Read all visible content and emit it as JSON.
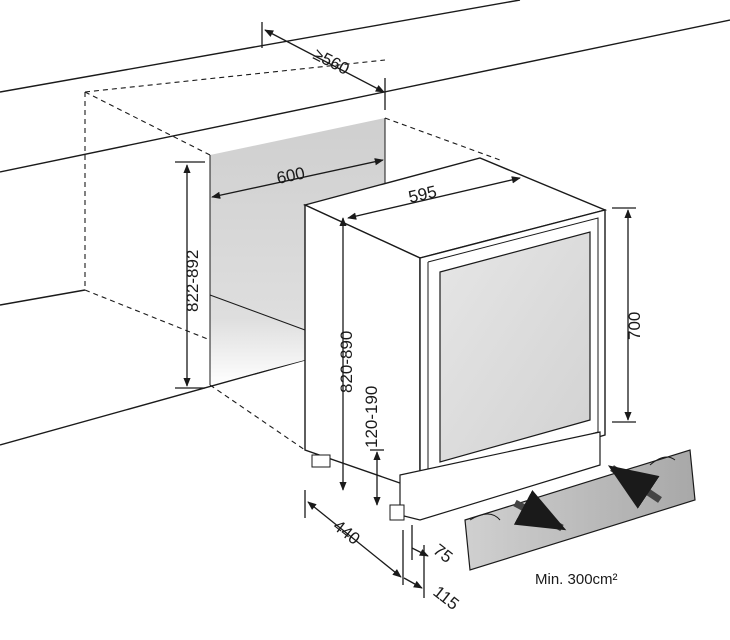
{
  "dimensions": {
    "depth_min": "≥560",
    "niche_width": "600",
    "appliance_width": "595",
    "niche_height": "822-892",
    "appliance_height_range": "820-890",
    "appliance_height": "700",
    "plinth_height": "120-190",
    "depth_440": "440",
    "depth_75": "75",
    "depth_115": "115"
  },
  "ventilation": {
    "label": "Min. 300cm²"
  },
  "colors": {
    "line": "#1a1a1a",
    "niche_fill": "#d9d9d9",
    "glass_fill": "#dcdcdc",
    "plinth_fill": "#bfbfbf"
  }
}
